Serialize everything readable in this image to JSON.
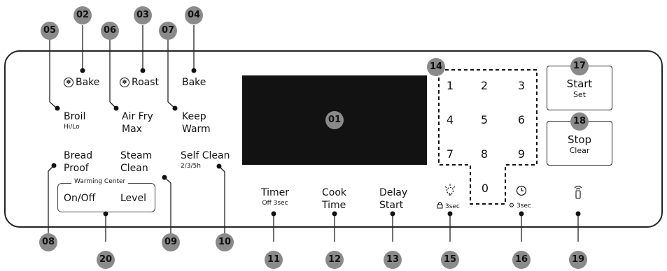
{
  "panel": {
    "display_callout": "01"
  },
  "heat_modes": {
    "convection_bake": "Bake",
    "convection_roast": "Roast",
    "bake": "Bake",
    "broil": "Broil",
    "broil_sub": "Hi/Lo",
    "air_fry_line1": "Air Fry",
    "air_fry_line2": "Max",
    "keep_warm_line1": "Keep",
    "keep_warm_line2": "Warm",
    "bread_proof_line1": "Bread",
    "bread_proof_line2": "Proof",
    "steam_clean_line1": "Steam",
    "steam_clean_line2": "Clean",
    "self_clean": "Self Clean",
    "self_clean_sub": "2/3/5h"
  },
  "warming_center": {
    "title": "Warming Center",
    "on_off": "On/Off",
    "level": "Level"
  },
  "functions": {
    "timer": "Timer",
    "timer_sub": "Off 3sec",
    "cook_time_line1": "Cook",
    "cook_time_line2": "Time",
    "delay_start_line1": "Delay",
    "delay_start_line2": "Start",
    "lock_sub": "3sec",
    "clock_sub": "3sec"
  },
  "keypad": [
    "1",
    "2",
    "3",
    "4",
    "5",
    "6",
    "7",
    "8",
    "9",
    "0"
  ],
  "buttons": {
    "start_main": "Start",
    "start_sub": "Set",
    "stop_main": "Stop",
    "stop_sub": "Clear"
  },
  "icons": [
    "fan-icon",
    "light-icon",
    "lock-icon",
    "clock-icon",
    "gear-icon",
    "remote-icon"
  ],
  "callouts": {
    "c01": "01",
    "c02": "02",
    "c03": "03",
    "c04": "04",
    "c05": "05",
    "c06": "06",
    "c07": "07",
    "c08": "08",
    "c09": "09",
    "c10": "10",
    "c11": "11",
    "c12": "12",
    "c13": "13",
    "c14": "14",
    "c15": "15",
    "c16": "16",
    "c17": "17",
    "c18": "18",
    "c19": "19",
    "c20": "20"
  },
  "colors": {
    "badge": "#8a8a8a",
    "display": "#121212",
    "line": "#222222"
  }
}
